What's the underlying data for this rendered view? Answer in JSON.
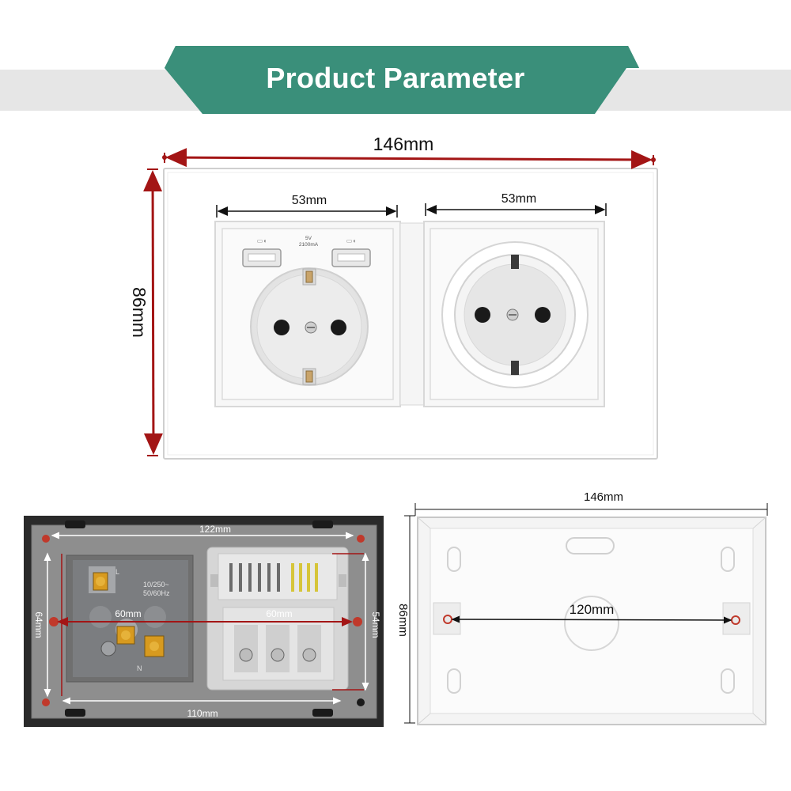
{
  "banner": {
    "title": "Product Parameter",
    "color": "#3a8f7a"
  },
  "front_view": {
    "width_label": "146mm",
    "height_label": "86mm",
    "left_module_width": "53mm",
    "right_module_width": "53mm",
    "usb_spec_lines": [
      "5V",
      "2100mA"
    ],
    "dimension_color": "#a31515"
  },
  "back_view": {
    "top_label": "122mm",
    "bottom_label": "110mm",
    "left_height_label": "64mm",
    "right_height_label": "54mm",
    "left_center_label": "60mm",
    "right_center_label": "60mm",
    "socket_rating_lines": [
      "10/250~",
      "50/60Hz"
    ],
    "terminal_letters": [
      "L",
      "N"
    ]
  },
  "box_view": {
    "width_label": "146mm",
    "height_label": "86mm",
    "screw_spacing_label": "120mm"
  }
}
